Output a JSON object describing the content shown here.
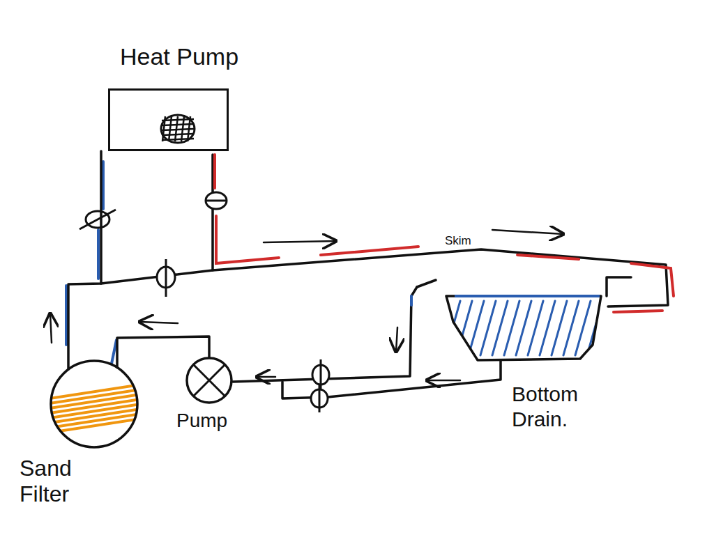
{
  "diagram": {
    "nodes": [
      {
        "text": [
          "Heat Pump"
        ]
      },
      {
        "text": [
          "Sand Filter"
        ]
      },
      {
        "text": [
          "Pump"
        ]
      }
    ],
    "edges": [
      {
        "from": 2,
        "to": 1,
        "arrow": "none"
      },
      {
        "from": 1,
        "to": 0,
        "arrow": "none"
      }
    ],
    "labels": [
      "Skim",
      "Bottom Drain."
    ]
  }
}
